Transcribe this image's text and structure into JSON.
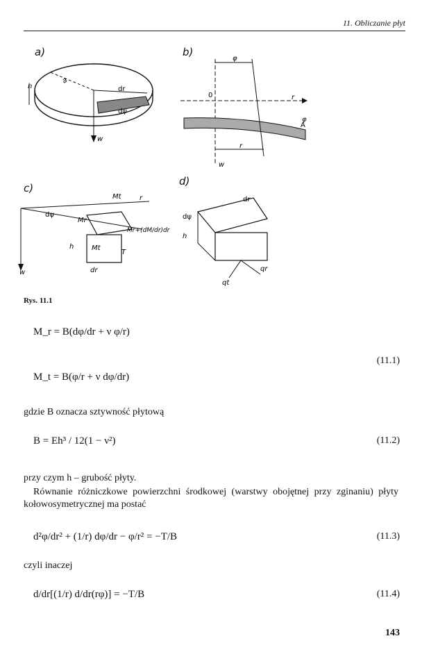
{
  "header": {
    "title": "11. Obliczanie płyt"
  },
  "figure": {
    "labels": {
      "a": "a)",
      "b": "b)",
      "c": "c)",
      "d": "d)"
    },
    "caption": "Rys. 11.1",
    "glyphs": {
      "h": "h",
      "a": "a",
      "dr": "dr",
      "dpsi": "dψ",
      "w": "w",
      "phi": "φ",
      "O": "0",
      "r": "r",
      "A": "A",
      "Mt": "Mt",
      "Mr": "Mr",
      "Mr_plus": "Mr+(dM/dr)dr",
      "T": "T",
      "qt": "qt",
      "qr": "qr"
    }
  },
  "equations": {
    "eq_11_1": {
      "Mr": "M_r = B(dφ/dr + ν φ/r)",
      "Mt": "M_t = B(φ/r + ν dφ/dr)",
      "number": "(11.1)"
    },
    "eq_11_2": {
      "expr": "B = Eh³ / 12(1 − ν²)",
      "number": "(11.2)"
    },
    "eq_11_3": {
      "expr": "d²φ/dr² + (1/r) dφ/dr − φ/r² = −T/B",
      "number": "(11.3)"
    },
    "eq_11_4": {
      "expr": "d/dr[(1/r) d/dr(rφ)] = −T/B",
      "number": "(11.4)"
    }
  },
  "text": {
    "p1": "gdzie B oznacza sztywność płytową",
    "p2": "przy czym h – grubość płyty.",
    "p3": "Równanie różniczkowe powierzchni środkowej (warstwy obojętnej przy zginaniu) płyty kołowosymetrycznej ma postać",
    "p4": "czyli inaczej"
  },
  "page_number": "143"
}
